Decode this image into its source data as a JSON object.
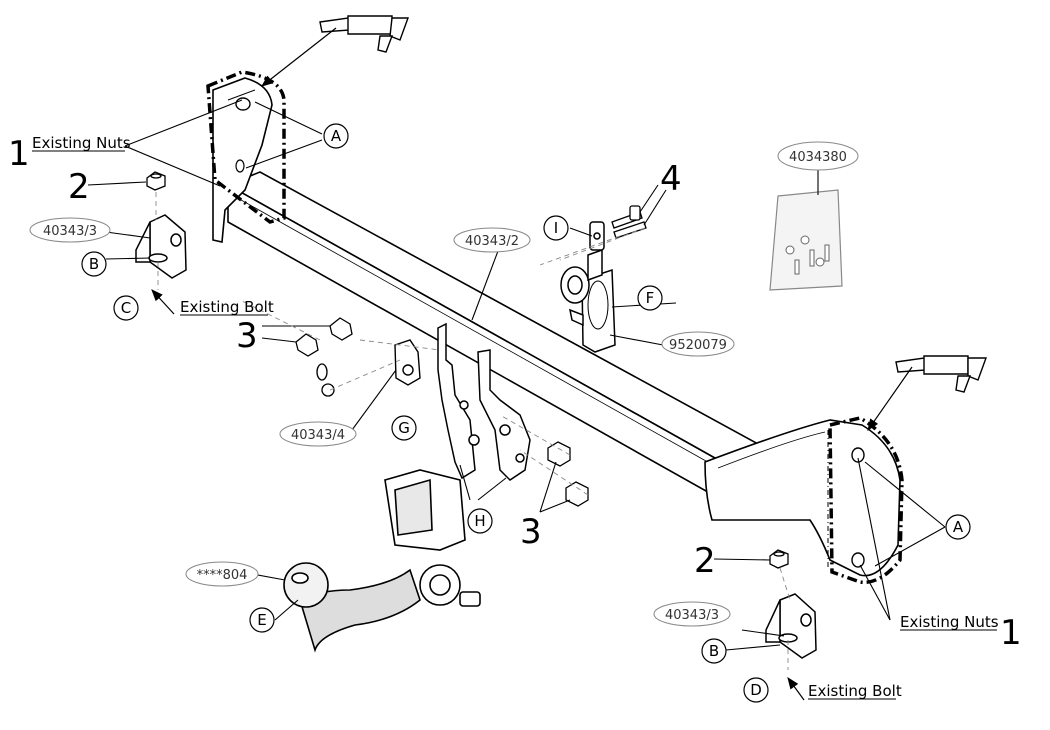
{
  "labels": {
    "existing_nuts": "Existing Nuts",
    "existing_bolt": "Existing Bolt",
    "num_1": "1",
    "num_2": "2",
    "num_3": "3",
    "num_4": "4"
  },
  "part_codes": {
    "bracket": "40343/3",
    "center": "40343/2",
    "small_bracket": "40343/4",
    "kit": "4034380",
    "socket_holder": "9520079",
    "ball": "****804"
  },
  "letters": {
    "A": "A",
    "B": "B",
    "C": "C",
    "D": "D",
    "E": "E",
    "F": "F",
    "G": "G",
    "H": "H",
    "I": "I"
  }
}
